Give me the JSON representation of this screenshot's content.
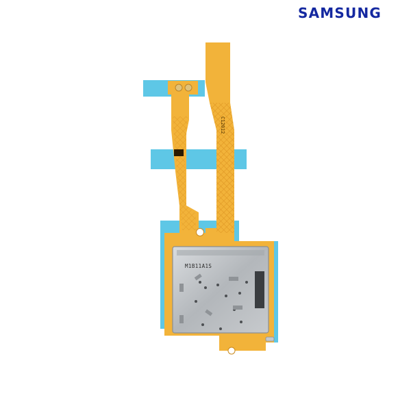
{
  "brand": {
    "logo_text": "SAMSUNG",
    "color": "#1428a0"
  },
  "product_photo": {
    "subject": "sim-card-reader-flex-cable",
    "part_marking": "M1B11A1S",
    "flex_marking": "C12012"
  },
  "colors": {
    "flex_cable": "#f2b33a",
    "flex_trace": "#d88d1c",
    "adhesive_tape": "#5ec7e6",
    "connector_metal": "#b8bcc0",
    "background": "#ffffff"
  }
}
